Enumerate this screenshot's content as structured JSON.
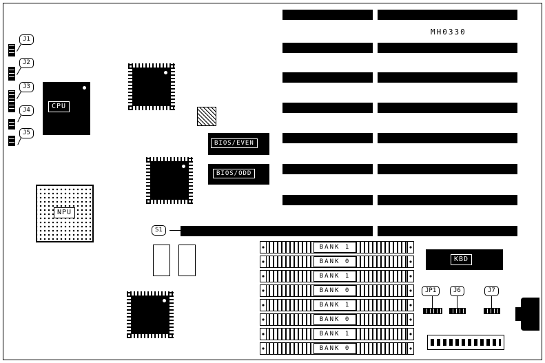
{
  "colors": {
    "ink": "#000000",
    "background": "#ffffff"
  },
  "board": {
    "model": "MH0330"
  },
  "connectors": {
    "j1": {
      "label": "J1"
    },
    "j2": {
      "label": "J2"
    },
    "j3": {
      "label": "J3"
    },
    "j4": {
      "label": "J4"
    },
    "j5": {
      "label": "J5"
    },
    "s1": {
      "label": "S1"
    },
    "jp1": {
      "label": "JP1"
    },
    "j6": {
      "label": "J6"
    },
    "j7": {
      "label": "J7"
    }
  },
  "chips": {
    "cpu": {
      "label": "CPU"
    },
    "npu": {
      "label": "NPU"
    },
    "bios_even": {
      "label": "BIOS/EVEN"
    },
    "bios_odd": {
      "label": "BIOS/ODD"
    },
    "kbd": {
      "label": "KBD"
    }
  },
  "memory": {
    "banks": [
      {
        "label": "BANK 1"
      },
      {
        "label": "BANK 0"
      },
      {
        "label": "BANK 1"
      },
      {
        "label": "BANK 0"
      },
      {
        "label": "BANK 1"
      },
      {
        "label": "BANK 0"
      },
      {
        "label": "BANK 1"
      },
      {
        "label": "BANK 0"
      }
    ]
  }
}
